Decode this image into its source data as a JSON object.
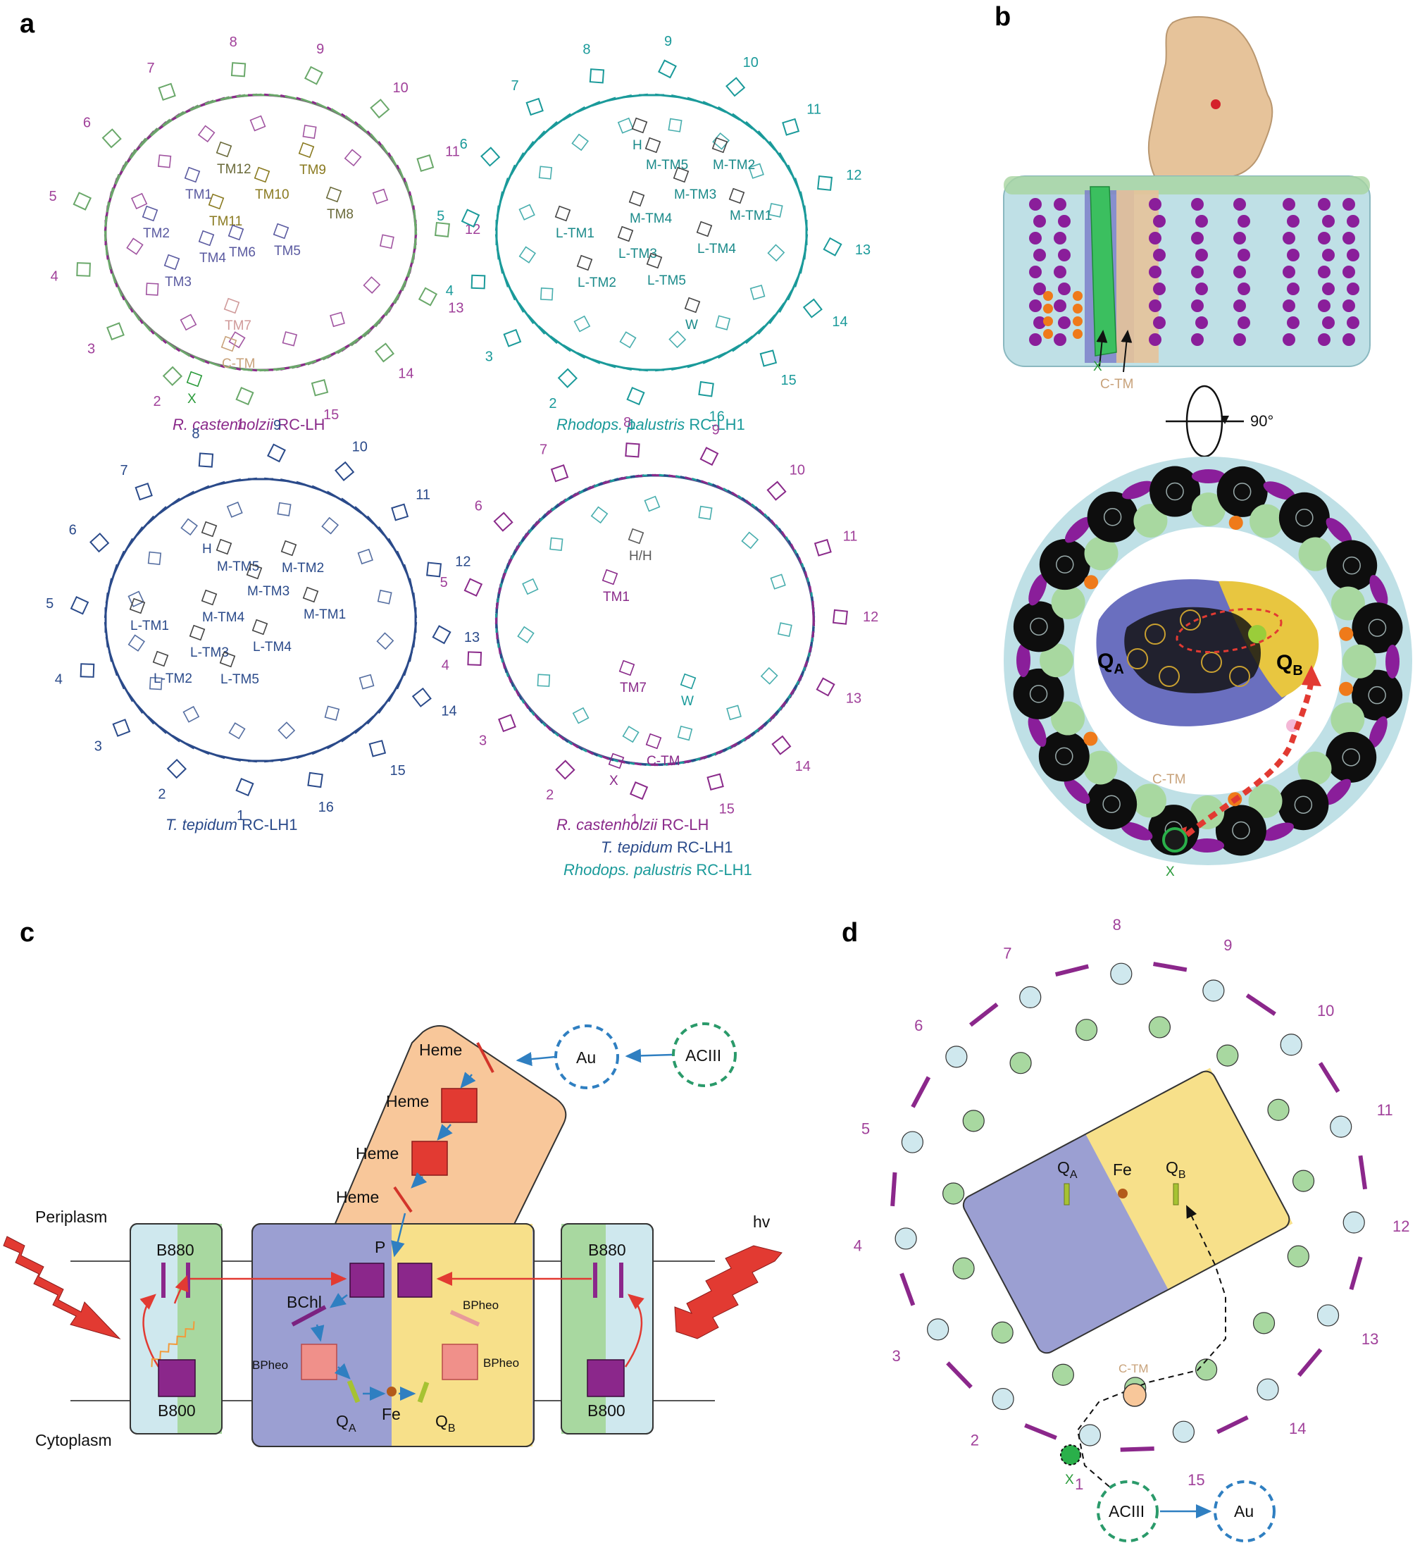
{
  "panels": {
    "a": "a",
    "b": "b",
    "c": "c",
    "d": "d"
  },
  "a1": {
    "numbers": [
      "1",
      "2",
      "3",
      "4",
      "5",
      "6",
      "7",
      "8",
      "9",
      "10",
      "11",
      "12",
      "13",
      "14",
      "15"
    ],
    "inner": [
      "TM12",
      "TM9",
      "TM1",
      "TM10",
      "TM11",
      "TM8",
      "TM2",
      "TM6",
      "TM5",
      "TM4",
      "TM3",
      "TM7",
      "C-TM",
      "X"
    ],
    "cap_species": "R. castenholzii",
    "cap_suffix": " RC-LH"
  },
  "a2": {
    "numbers": [
      "1",
      "2",
      "3",
      "4",
      "5",
      "6",
      "7",
      "8",
      "9",
      "10",
      "11",
      "12",
      "13",
      "14",
      "15",
      "16"
    ],
    "inner": [
      "H",
      "M-TM5",
      "M-TM2",
      "M-TM3",
      "M-TM4",
      "M-TM1",
      "L-TM1",
      "L-TM4",
      "L-TM3",
      "L-TM2",
      "L-TM5",
      "W"
    ],
    "cap_species": "Rhodops. palustris",
    "cap_suffix": " RC-LH1"
  },
  "a3": {
    "numbers": [
      "1",
      "2",
      "3",
      "4",
      "5",
      "6",
      "7",
      "8",
      "9",
      "10",
      "11",
      "12",
      "13",
      "14",
      "15",
      "16"
    ],
    "inner": [
      "H",
      "M-TM5",
      "M-TM2",
      "M-TM3",
      "M-TM4",
      "M-TM1",
      "L-TM1",
      "L-TM4",
      "L-TM3",
      "L-TM2",
      "L-TM5"
    ],
    "cap_species": "T. tepidum",
    "cap_suffix": " RC-LH1"
  },
  "a4": {
    "numbers": [
      "1",
      "2",
      "3",
      "4",
      "5",
      "6",
      "7",
      "8",
      "9",
      "10",
      "11",
      "12",
      "13",
      "14",
      "15"
    ],
    "inner": [
      "H/H",
      "TM1",
      "TM7",
      "W",
      "C-TM",
      "X"
    ],
    "cap1_species": "R. castenholzii",
    "cap1_suffix": " RC-LH",
    "cap2_species": "T. tepidum",
    "cap2_suffix": " RC-LH1",
    "cap3_species": "Rhodops. palustris",
    "cap3_suffix": " RC-LH1"
  },
  "b": {
    "label_x": "X",
    "label_ctm": "C-TM",
    "rotation": "90°",
    "qa": "Q",
    "qa_sub": "A",
    "qb": "Q",
    "qb_sub": "B",
    "ctm2": "C-TM",
    "x2": "X"
  },
  "c": {
    "heme": [
      "Heme",
      "Heme",
      "Heme",
      "Heme"
    ],
    "au": "Au",
    "aciii": "ACIII",
    "periplasm": "Periplasm",
    "cytoplasm": "Cytoplasm",
    "b880_left": "B880",
    "b880_right": "B880",
    "b800_left": "B800",
    "b800_right": "B800",
    "p": "P",
    "bchl": "BChl",
    "bpheo_left": "BPheo",
    "bpheo_right_top": "BPheo",
    "bpheo_right": "BPheo",
    "qa": "Q",
    "qa_sub": "A",
    "fe": "Fe",
    "qb": "Q",
    "qb_sub": "B",
    "hv": "hv"
  },
  "d": {
    "numbers": [
      "1",
      "2",
      "3",
      "4",
      "5",
      "6",
      "7",
      "8",
      "9",
      "10",
      "11",
      "12",
      "13",
      "14",
      "15"
    ],
    "qa": "Q",
    "qa_sub": "A",
    "fe": "Fe",
    "qb": "Q",
    "qb_sub": "B",
    "ctm": "C-TM",
    "x": "X",
    "aciii": "ACIII",
    "au": "Au"
  },
  "colors": {
    "purple": "#8a2a8a",
    "teal": "#1a9a9a",
    "navy": "#2a4a8a",
    "green": "#2a9a3a",
    "tan": "#c8a27a",
    "orange_box": "#f8c79a",
    "lavender": "#9b9fd2",
    "yellow": "#f7e08a",
    "lightblue": "#cfe8ee",
    "lightgreen": "#a8d8a0",
    "red": "#e23a32"
  }
}
